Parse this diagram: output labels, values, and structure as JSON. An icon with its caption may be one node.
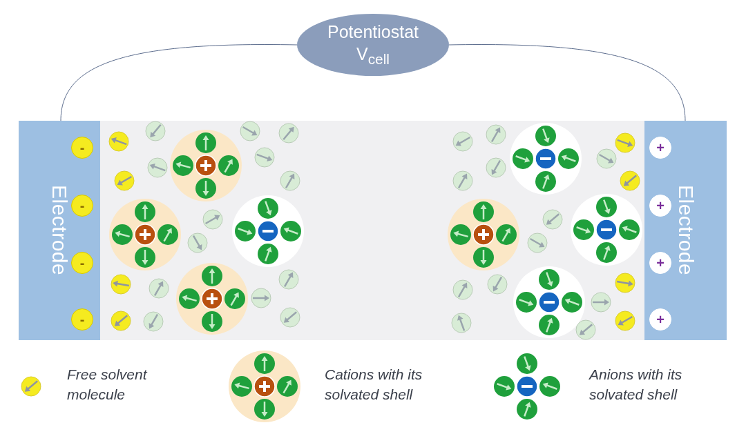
{
  "diagram": {
    "nodes": [
      {
        "text": [
          "Potentiostat V$_{cell}$"
        ]
      },
      {
        "text": [
          "Electrode"
        ]
      },
      {
        "text": [
          "Electrode"
        ]
      }
    ],
    "edges": [
      {
        "from": 0,
        "to": 1,
        "arrow": "none"
      },
      {
        "from": 0,
        "to": 2,
        "arrow": "none"
      }
    ],
    "labels": [
      "-",
      "-",
      "-",
      "-",
      "+",
      "+",
      "+",
      "+"
    ],
    "legend": [
      {
        "text": "Free solvent molecule"
      },
      {
        "text": "Cations with its solvated shell"
      },
      {
        "text": "Anions with its solvated shell"
      }
    ]
  }
}
